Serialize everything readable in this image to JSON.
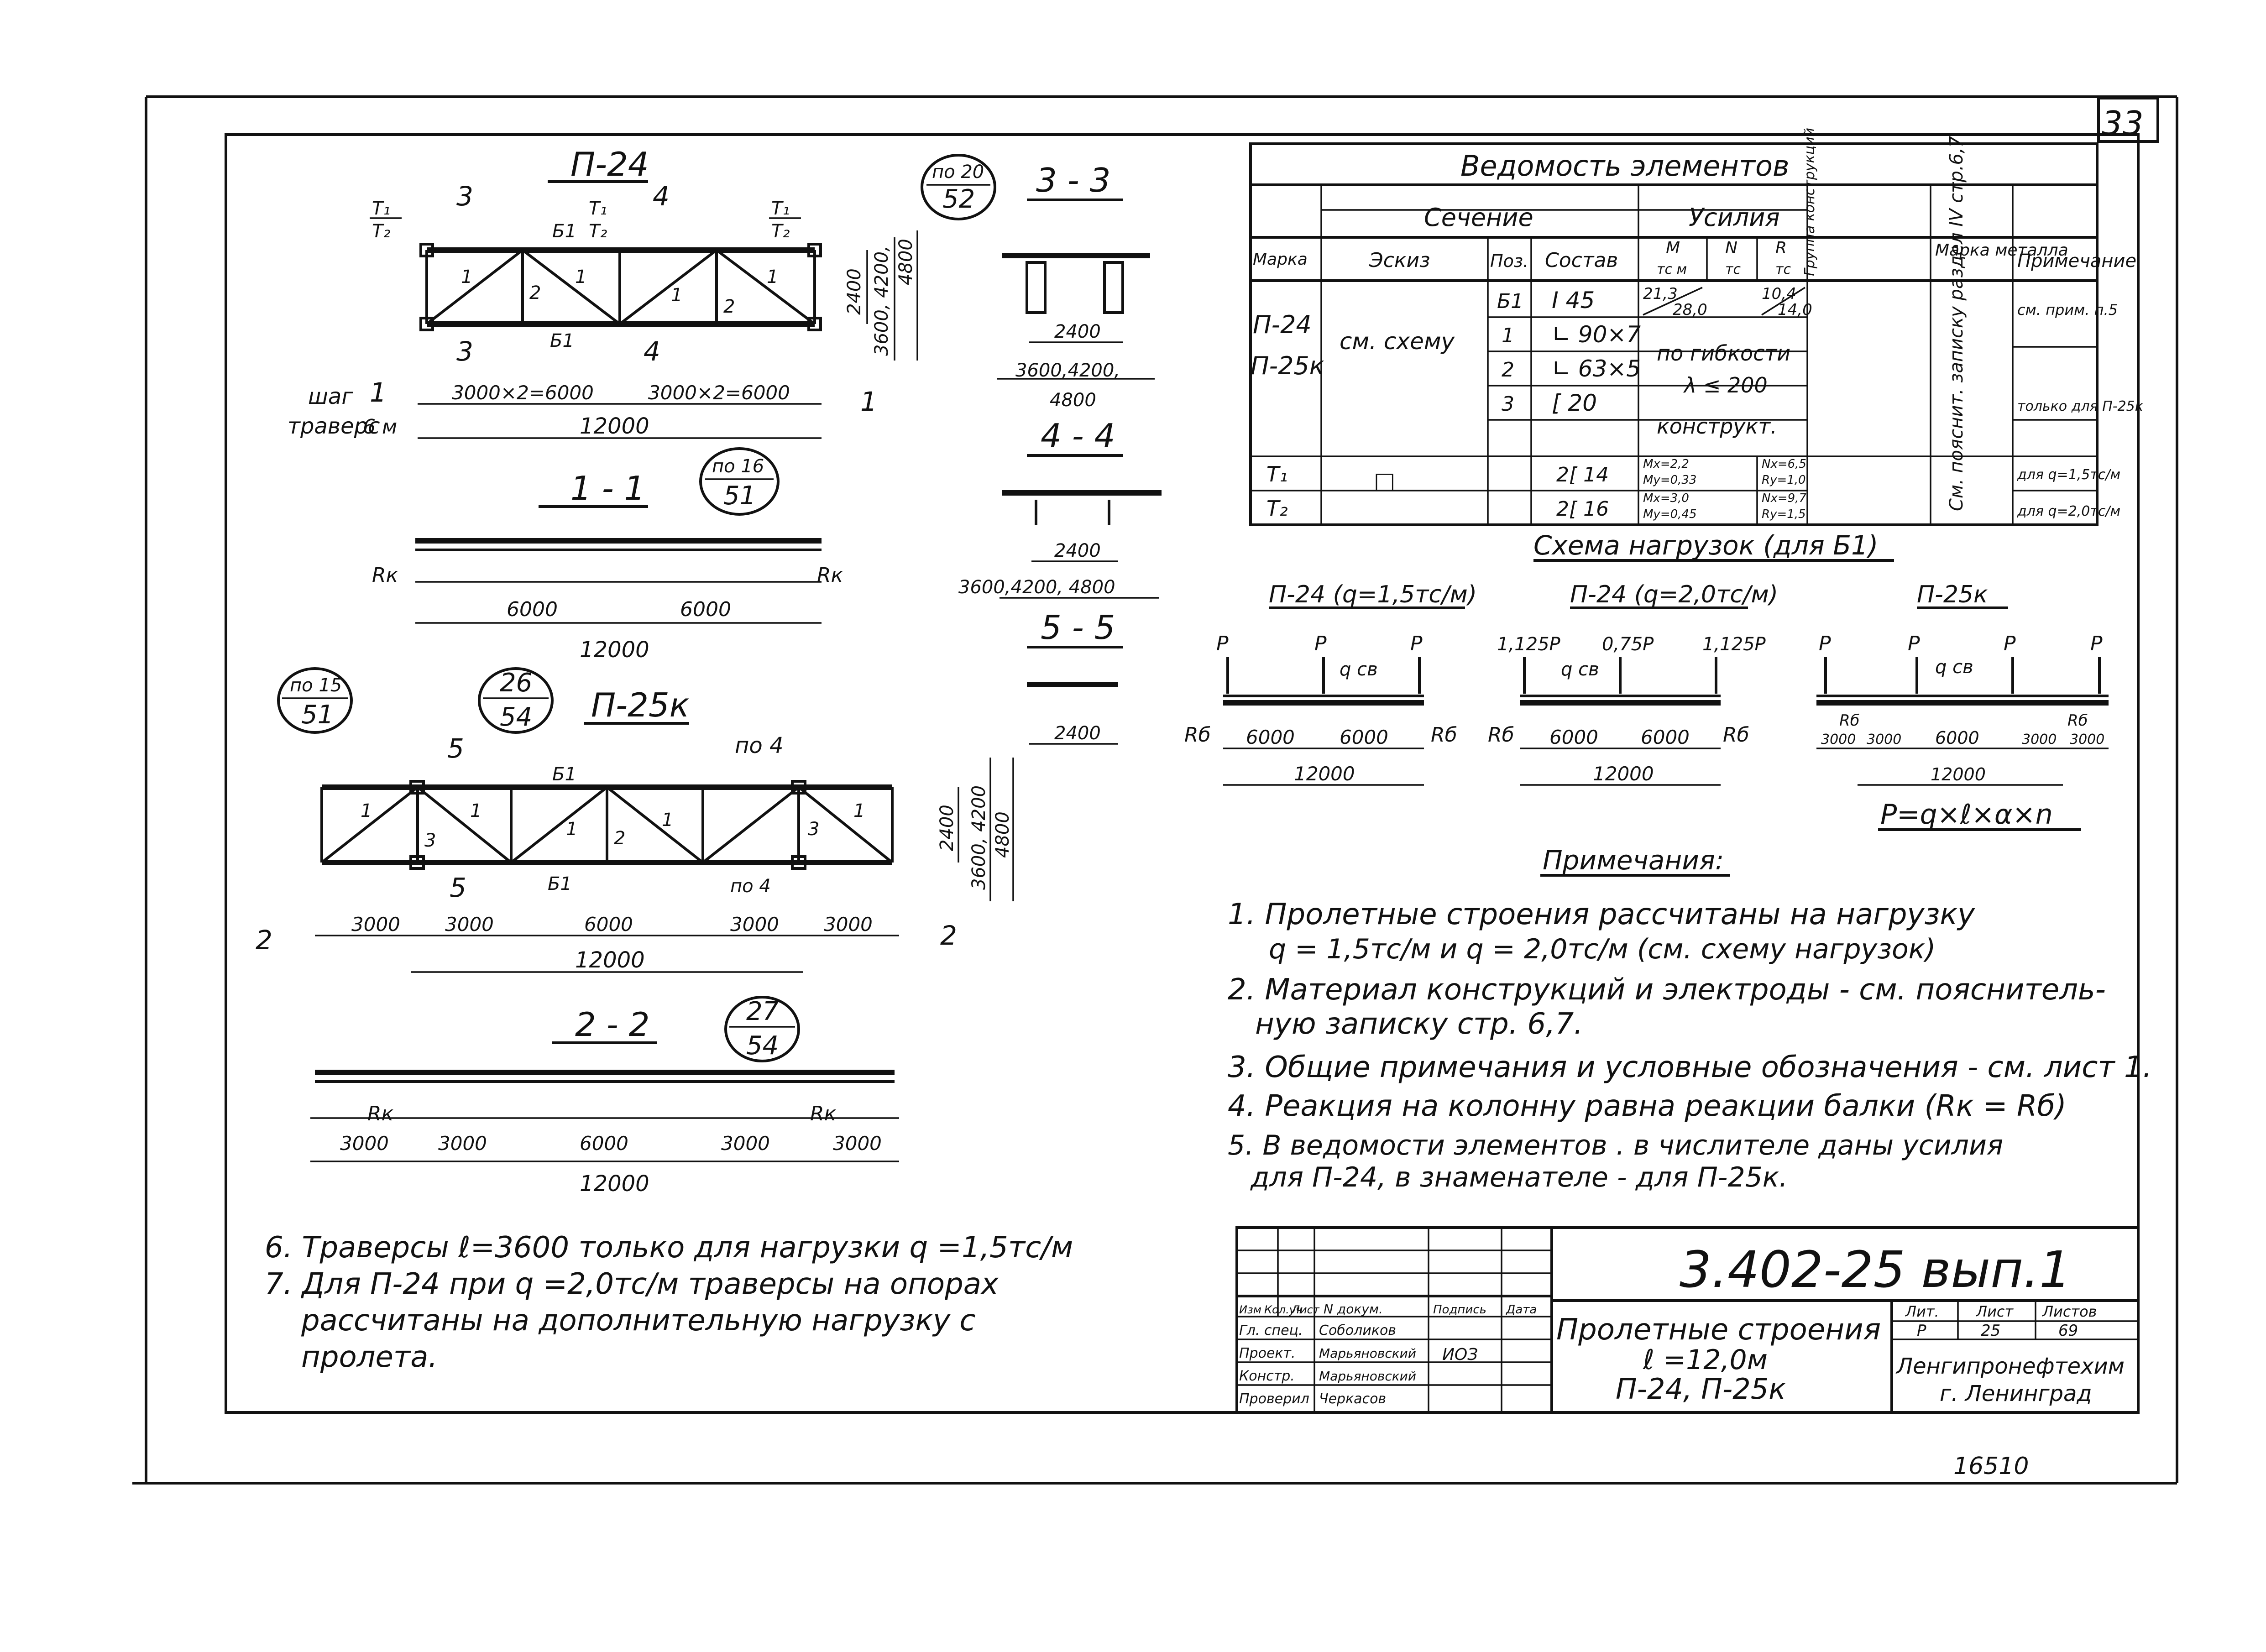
{
  "sheet": {
    "number": "33",
    "stamp": "16510"
  },
  "p24": {
    "title": "П-24",
    "t1": "T₁",
    "t2": "T₂",
    "cut3": "3",
    "cut4": "4",
    "cut1": "1",
    "b1a": "Б1",
    "b1b": "Б1",
    "m1": "1",
    "m2": "2",
    "dim_h1": "2400",
    "dim_h2": "3600, 4200,",
    "dim_h3": "4800",
    "dim_a": "3000×2=6000",
    "dim_b": "3000×2=6000",
    "dim_total": "12000",
    "step_label": "шаг",
    "step_label2": "траверс",
    "step_value": "6 м",
    "callout_top": "по 20",
    "callout_bot": "52"
  },
  "sec33": {
    "title": "3 - 3",
    "w1": "2400",
    "w2": "3600,4200,",
    "w3": "4800"
  },
  "sec44": {
    "title": "4 - 4",
    "w1": "2400",
    "w2": "3600,4200, 4800"
  },
  "sec55": {
    "title": "5 - 5",
    "w1": "2400"
  },
  "sec11": {
    "title": "1 - 1",
    "rk": "Rк",
    "d1": "6000",
    "d2": "6000",
    "total": "12000",
    "callout_top": "по 16",
    "callout_bot": "51"
  },
  "p25": {
    "title": "П-25к",
    "c1_top": "по 15",
    "c1_bot": "51",
    "c2_top": "26",
    "c2_bot": "54",
    "cut5": "5",
    "po4": "по 4",
    "cut2": "2",
    "b1": "Б1",
    "m1": "1",
    "m2": "2",
    "m3": "3",
    "h1": "2400",
    "h2": "3600, 4200",
    "h3": "4800",
    "d1": "3000",
    "d2": "3000",
    "d3": "6000",
    "d4": "3000",
    "d5": "3000",
    "total": "12000"
  },
  "sec22": {
    "title": "2 - 2",
    "callout_top": "27",
    "callout_bot": "54",
    "rk": "Rк",
    "d1": "3000",
    "d2": "3000",
    "d3": "6000",
    "d4": "3000",
    "d5": "3000",
    "total": "12000"
  },
  "table": {
    "title": "Ведомость элементов",
    "h_section": "Сечение",
    "h_forces": "Усилия",
    "h_mark": "Марка",
    "h_sketch": "Эскиз",
    "h_pos": "Поз.",
    "h_comp": "Состав",
    "h_M": "M",
    "h_M_unit": "тс м",
    "h_N": "N",
    "h_N_unit": "тс",
    "h_R": "R",
    "h_R_unit": "тс",
    "h_group": "Группа конструкций",
    "h_metal": "Марка металла",
    "h_note": "Примечание",
    "mark1": "П-24",
    "mark2": "П-25к",
    "sketch": "см. схему",
    "rows": [
      {
        "pos": "Б1",
        "comp": "I 45"
      },
      {
        "pos": "1",
        "comp": "∟ 90×7"
      },
      {
        "pos": "2",
        "comp": "∟ 63×5"
      },
      {
        "pos": "3",
        "comp": "[ 20"
      }
    ],
    "m_top": "21,3",
    "m_bot": "28,0",
    "r_top": "10,4",
    "r_bot": "14,0",
    "flex1": "по гибкости",
    "flex2": "λ ≤ 200",
    "constr": "конструкт.",
    "metal_note": "См. пояснит. записку раздел IV стр.6,7",
    "note1": "см. прим. п.5",
    "note2": "только для П-25к",
    "note3": "для q=1,5тс/м",
    "note4": "для q=2,0тс/м",
    "t1_mark": "T₁",
    "t1_sketch": "□",
    "t1_comp": "2[ 14",
    "t2_mark": "T₂",
    "t2_comp": "2[ 16",
    "t1_f1": "Mx=2,2",
    "t1_f2": "My=0,33",
    "t1_f3": "Nx=6,5",
    "t1_f4": "Ry=1,0",
    "t2_f1": "Mx=3,0",
    "t2_f2": "My=0,45",
    "t2_f3": "Nx=9,7",
    "t2_f4": "Ry=1,5"
  },
  "loads": {
    "title": "Схема нагрузок (для Б1)",
    "s1_title": "П-24 (q=1,5тс/м)",
    "s2_title": "П-24 (q=2,0тс/м)",
    "s3_title": "П-25к",
    "p": "P",
    "qsv": "q св",
    "rb": "Rб",
    "s2_p1": "1,125P",
    "s2_p2": "0,75P",
    "s2_p3": "1,125P",
    "d6000": "6000",
    "d12000": "12000",
    "d3000": "3000",
    "d6000b": "6000",
    "formula": "P=q×ℓ×α×n"
  },
  "notes": {
    "title": "Примечания:",
    "n1a": "1. Пролетные строения рассчитаны на нагрузку",
    "n1b": "q = 1,5тс/м  и  q = 2,0тс/м (см. схему нагрузок)",
    "n2a": "2. Материал конструкций и электроды - см. пояснитель-",
    "n2b": "ную записку стр. 6,7.",
    "n3": "3. Общие примечания и условные обозначения - см. лист 1.",
    "n4": "4. Реакция на колонну равна реакции балки (Rк = Rб)",
    "n5a": "5. В ведомости элементов . в числителе даны усилия",
    "n5b": "для П-24, в знаменателе - для П-25к.",
    "n6": "6. Траверсы ℓ=3600 только для нагрузки q =1,5тс/м",
    "n7a": "7. Для П-24 при  q =2,0тс/м траверсы на опорах",
    "n7b": "рассчитаны на дополнительную нагрузку с",
    "n7c": "пролета."
  },
  "titleblock": {
    "code": "3.402-25 вып.1",
    "name1": "Пролетные строения",
    "name2": "ℓ =12,0м",
    "name3": "П-24, П-25к",
    "org1": "Ленгипронефтехим",
    "org2": "г. Ленинград",
    "h_stage": "Лит.",
    "h_sheet": "Лист",
    "h_sheets": "Листов",
    "stage": "Р",
    "sheet": "25",
    "sheets": "69",
    "c_izm": "Изм",
    "c_kol": "Кол.уч",
    "c_list": "Лист",
    "c_doc": "N докум.",
    "c_sign": "Подпись",
    "c_date": "Дата",
    "r1_role": "Гл. спец.",
    "r1_name": "Соболиков",
    "r2_role": "Проект.",
    "r2_name": "Марьяновский",
    "r3_role": "Констр.",
    "r3_name": "Марьяновский",
    "r4_role": "Проверил",
    "r4_name": "Черкасов",
    "sig_mark": "ИОЗ"
  }
}
